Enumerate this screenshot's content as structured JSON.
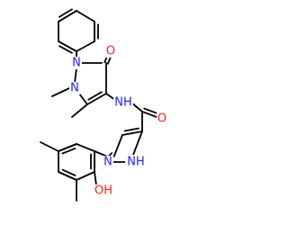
{
  "molecule": {
    "colors": {
      "bond": "#000000",
      "nitrogen": "#1f1fff",
      "oxygen": "#ff1f1f",
      "background": "#ffffff"
    },
    "atoms": {
      "n_phenyl": "N",
      "n_methyl": "N",
      "o_ketone": "O",
      "nh_amide": "NH",
      "o_amide": "O",
      "n_pyrazole": "N",
      "nh_pyrazole": "NH",
      "oh_phenol": "OH"
    }
  }
}
